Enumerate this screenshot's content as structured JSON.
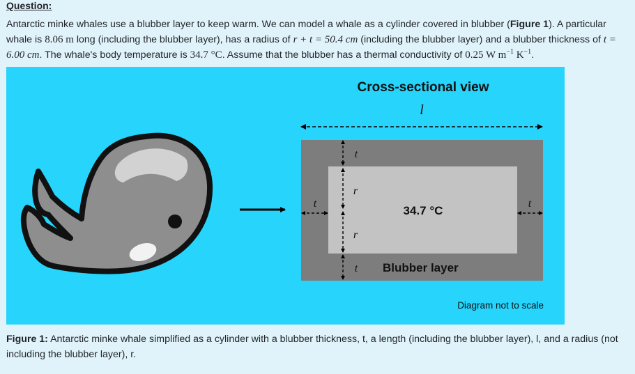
{
  "question": {
    "label": "Question:",
    "text_1": "Antarctic minke whales use a blubber layer to keep warm. We can model a whale as a cylinder covered in blubber (",
    "figure_ref": "Figure 1",
    "text_2": "). A particular whale is ",
    "length_value": "8.06 m",
    "text_3": " long (including the blubber layer), has a radius of ",
    "radius_expr": "r + t = 50.4 cm",
    "text_4": " (including the blubber layer) and a blubber thickness of ",
    "thickness_expr": "t = 6.00 cm",
    "text_5": ". The whale's body temperature is ",
    "temperature": "34.7 °C",
    "text_6": ". Assume that the blubber has a thermal conductivity of ",
    "conductivity": "0.25 W m",
    "conductivity_exp1": "−1",
    "conductivity_unit2": " K",
    "conductivity_exp2": "−1",
    "text_7": "."
  },
  "figure": {
    "title": "Cross-sectional view",
    "length_symbol": "l",
    "thickness_symbol": "t",
    "radius_symbol": "r",
    "inner_temperature": "34.7 °C",
    "blubber_label": "Blubber layer",
    "scale_note": "Diagram not to scale",
    "colors": {
      "background": "#27d4fc",
      "blubber": "#7d7d7d",
      "interior": "#c3c3c3",
      "whale_body": "#8e8e8e",
      "whale_outline": "#111111"
    }
  },
  "caption": {
    "label": "Figure 1:",
    "text": " Antarctic minke whale simplified as a cylinder with a blubber thickness, t, a length (including the blubber layer), l, and a radius (not including the blubber layer), r."
  }
}
